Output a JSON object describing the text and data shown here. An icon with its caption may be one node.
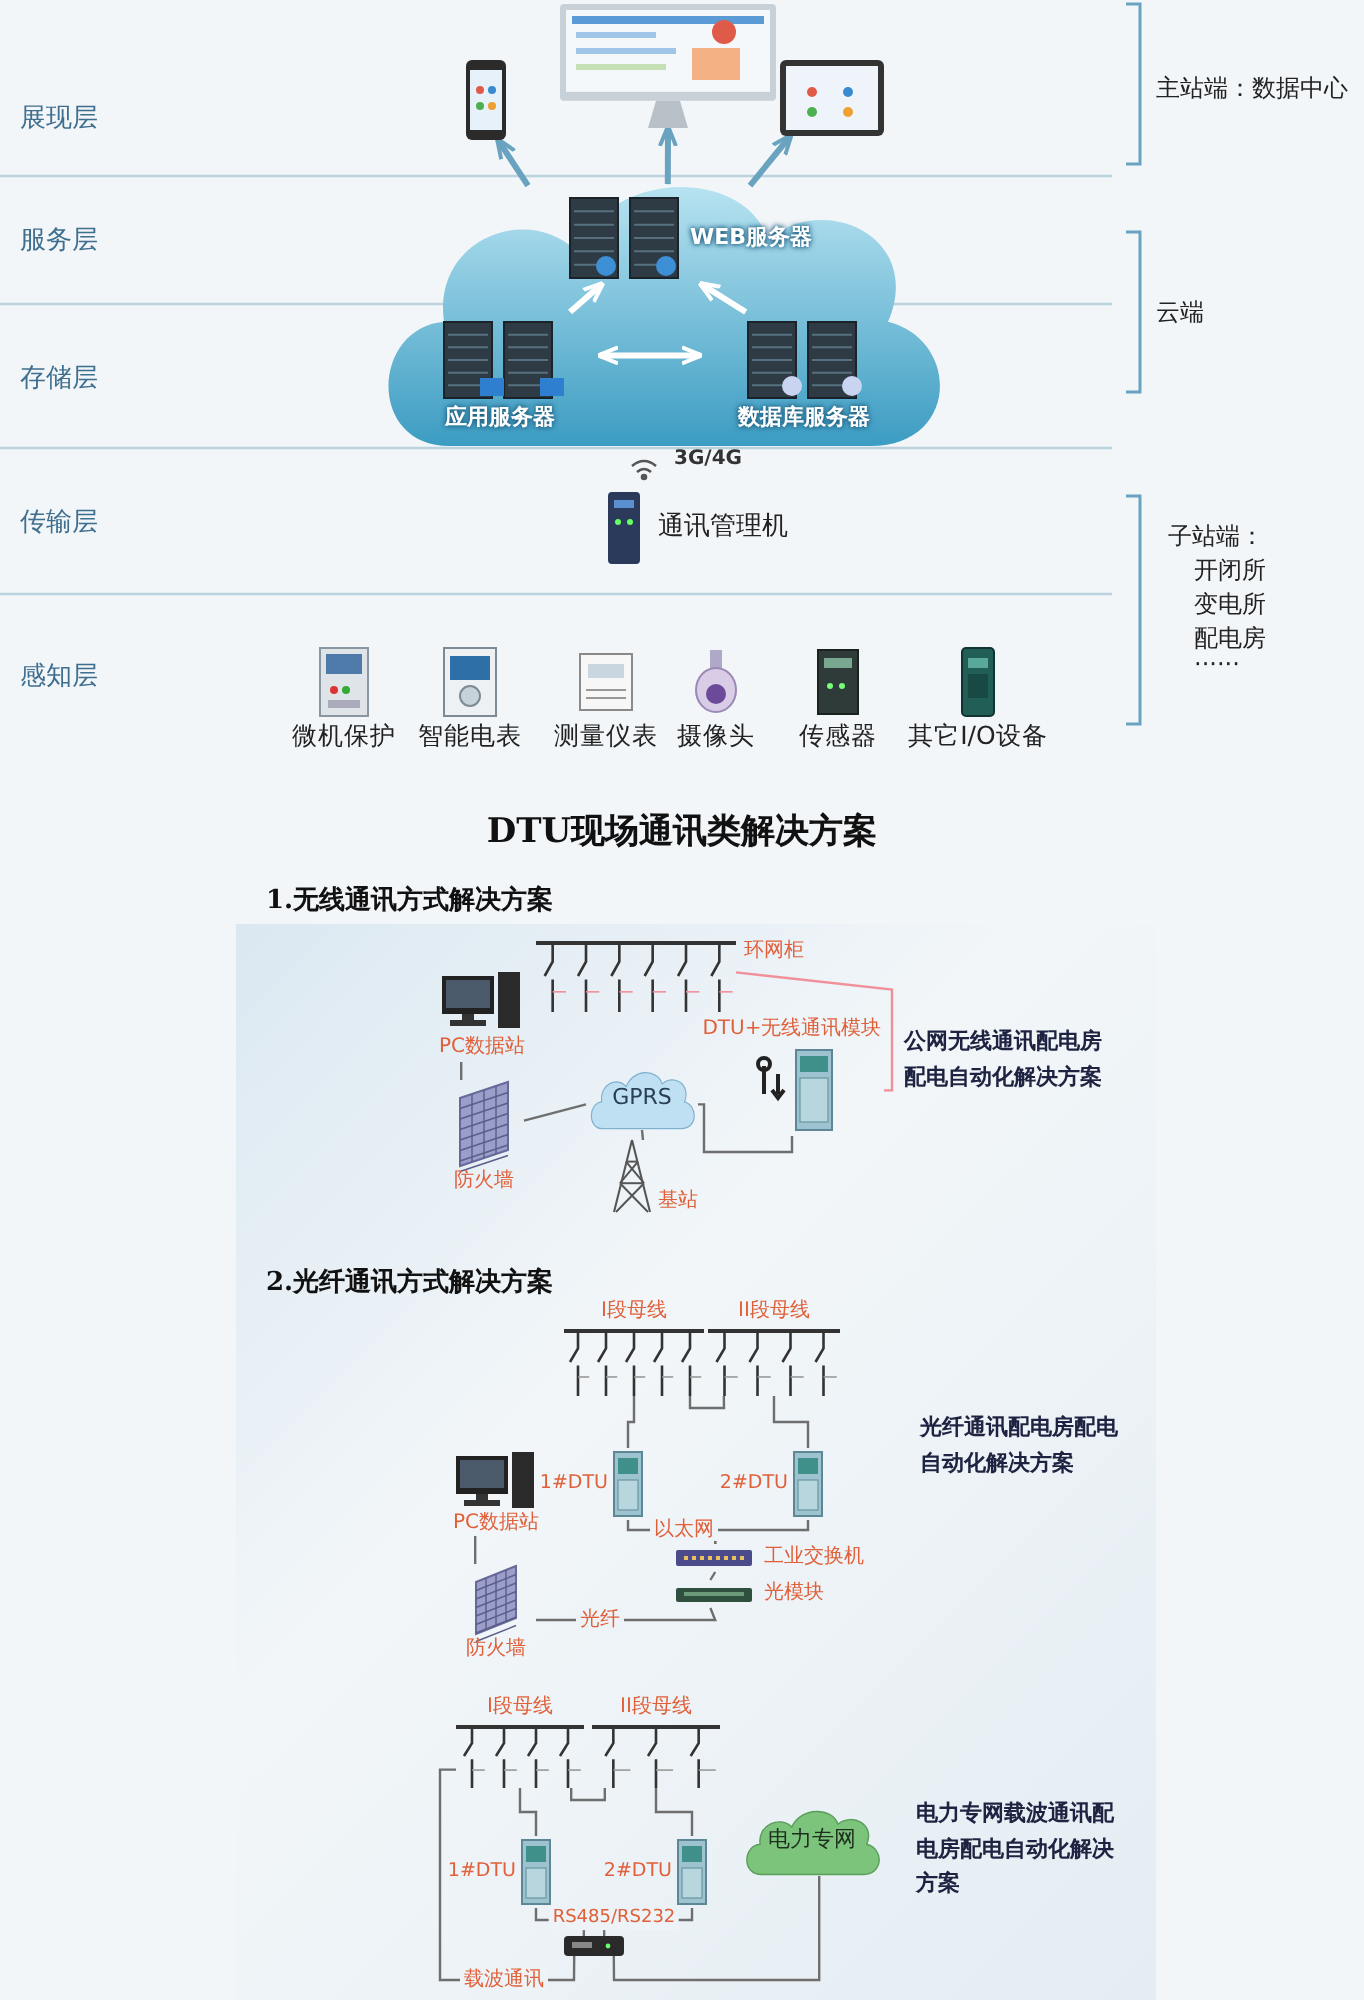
{
  "diagram": {
    "title": "DTU现场通讯类解决方案",
    "nodes": [
      {
        "text": [],
        "shape": "picture"
      },
      {
        "text": [],
        "shape": "picture"
      },
      {
        "text": [],
        "shape": "picture"
      },
      {
        "text": [],
        "shape": "cloud"
      },
      {
        "text": [
          "WEB服务器"
        ],
        "in": 3
      },
      {
        "text": [
          "应用服务器"
        ],
        "in": 3
      },
      {
        "text": [
          "数据库服务器"
        ],
        "in": 3
      },
      {
        "text": [
          "通讯管理机"
        ]
      },
      {
        "text": [
          "微机保护"
        ]
      },
      {
        "text": [
          "智能电表"
        ]
      },
      {
        "text": [
          "测量仪表"
        ]
      },
      {
        "text": [
          "摄像头"
        ]
      },
      {
        "text": [
          "传感器"
        ]
      },
      {
        "text": [
          "其它I/O设备"
        ]
      },
      {
        "text": [
          "PC数据站"
        ]
      },
      {
        "text": [
          "防火墙"
        ]
      },
      {
        "text": [
          "GPRS"
        ]
      },
      {
        "text": [
          "基站"
        ]
      },
      {
        "text": [
          "DTU+无线通讯模块"
        ]
      },
      {
        "text": [],
        "shape": "bar",
        "beside": [
          "环网柜"
        ]
      },
      {
        "text": [
          "I段母线"
        ]
      },
      {
        "text": [
          "II段母线"
        ]
      },
      {
        "text": [
          "1#DTU"
        ]
      },
      {
        "text": [
          "2#DTU"
        ]
      },
      {
        "text": [
          "工业交换机"
        ]
      },
      {
        "text": [
          "光模块"
        ]
      },
      {
        "text": [
          "PC数据站"
        ]
      },
      {
        "text": [
          "防火墙"
        ]
      },
      {
        "text": [
          "I段母线"
        ]
      },
      {
        "text": [
          "II段母线"
        ]
      },
      {
        "text": [
          "1#DTU"
        ]
      },
      {
        "text": [
          "2#DTU"
        ]
      },
      {
        "text": [],
        "shape": "picture"
      },
      {
        "text": [
          "电力专网"
        ]
      }
    ],
    "edges": [
      {
        "from": 3,
        "to": 0,
        "arrow": "to",
        "style": "thick",
        "color": "#6aa3bf"
      },
      {
        "from": 3,
        "to": 1,
        "arrow": "to",
        "style": "thick",
        "color": "#6aa3bf"
      },
      {
        "from": 3,
        "to": 2,
        "arrow": "to",
        "style": "thick",
        "color": "#6aa3bf"
      },
      {
        "from": 5,
        "to": 4,
        "arrow": "to",
        "style": "thick",
        "color": "#ffffff"
      },
      {
        "from": 6,
        "to": 4,
        "arrow": "to",
        "style": "thick",
        "color": "#ffffff"
      },
      {
        "from": 5,
        "to": 6,
        "arrow": "both",
        "style": "thick",
        "color": "#ffffff"
      },
      {
        "from": 14,
        "to": 15,
        "arrow": "none"
      },
      {
        "from": 15,
        "to": 16,
        "arrow": "none"
      },
      {
        "from": 16,
        "to": 18,
        "arrow": "none"
      },
      {
        "from": 17,
        "to": 16,
        "arrow": "none"
      },
      {
        "from": 19,
        "to": 18,
        "arrow": "none",
        "color": "#f0909a"
      },
      {
        "from": 20,
        "to": 22,
        "arrow": "none"
      },
      {
        "from": 21,
        "to": 23,
        "arrow": "none"
      },
      {
        "from": 20,
        "to": 21,
        "arrow": "none"
      },
      {
        "from": 22,
        "to": 24,
        "arrow": "none",
        "label": "以太网"
      },
      {
        "from": 23,
        "to": 24,
        "arrow": "none"
      },
      {
        "from": 24,
        "to": 25,
        "arrow": "none"
      },
      {
        "from": 25,
        "to": 27,
        "arrow": "none",
        "label": "光纤"
      },
      {
        "from": 26,
        "to": 27,
        "arrow": "none"
      },
      {
        "from": 28,
        "to": 30,
        "arrow": "none"
      },
      {
        "from": 29,
        "to": 31,
        "arrow": "none"
      },
      {
        "from": 28,
        "to": 29,
        "arrow": "none"
      },
      {
        "from": 30,
        "to": 32,
        "arrow": "none",
        "label": "RS485/RS232"
      },
      {
        "from": 31,
        "to": 32,
        "arrow": "none"
      },
      {
        "from": 33,
        "to": 32,
        "arrow": "none"
      },
      {
        "from": 28,
        "to": 32,
        "arrow": "none",
        "label": "载波通讯"
      }
    ],
    "labels": [
      "展现层",
      "服务层",
      "存储层",
      "传输层",
      "感知层",
      "主站端：数据中心",
      "云端",
      "子站端：",
      "开闭所",
      "变电所",
      "配电房",
      "······",
      "3G/4G",
      "1.无线通讯方式解决方案",
      "公网无线通讯配电房配电自动化解决方案",
      "2.光纤通讯方式解决方案",
      "光纤通讯配电房配电自动化解决方案",
      "电力专网载波通讯配电房配电自动化解决方案"
    ]
  }
}
